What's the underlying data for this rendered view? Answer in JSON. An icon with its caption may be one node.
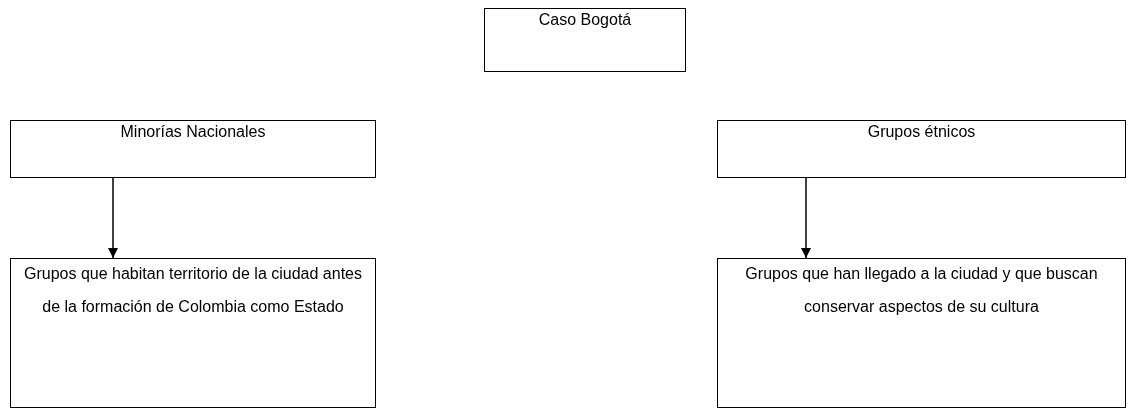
{
  "diagram": {
    "nodes": [
      {
        "text": [
          "Caso Bogotá"
        ]
      },
      {
        "text": [
          "Minorías Nacionales"
        ]
      },
      {
        "text": [
          "Grupos étnicos"
        ]
      },
      {
        "text": [
          "Grupos que habitan territorio de la ciudad antes de la formación de Colombia como Estado"
        ]
      },
      {
        "text": [
          "Grupos que han llegado a la ciudad y que buscan conservar aspectos de su cultura"
        ]
      }
    ],
    "edges": [
      {
        "from": 1,
        "to": 3,
        "arrow": "to"
      },
      {
        "from": 2,
        "to": 4,
        "arrow": "to"
      }
    ]
  }
}
